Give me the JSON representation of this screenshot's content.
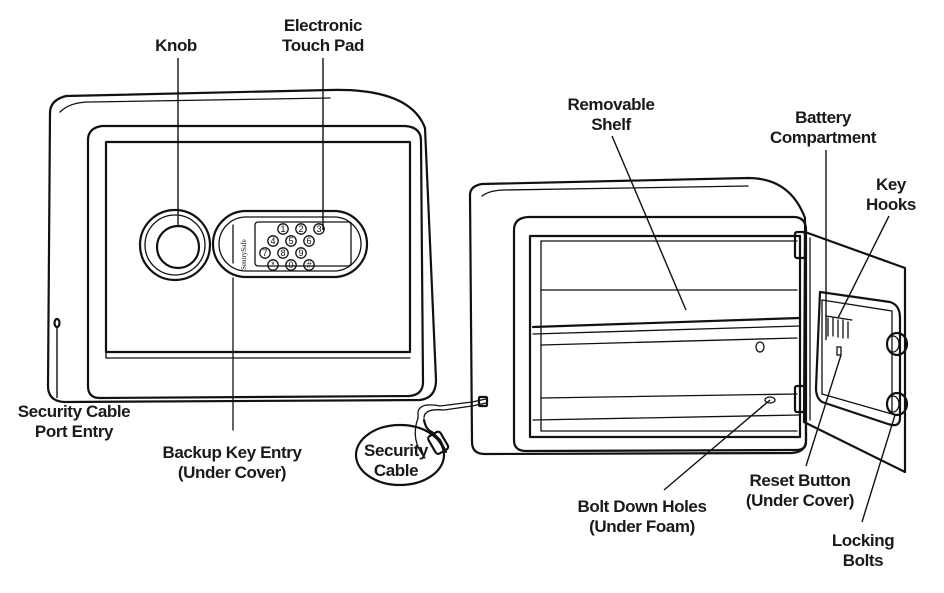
{
  "labels": {
    "knob": "Knob",
    "touch_pad_line1": "Electronic",
    "touch_pad_line2": "Touch Pad",
    "cable_port_line1": "Security Cable",
    "cable_port_line2": "Port Entry",
    "backup_key_line1": "Backup Key Entry",
    "backup_key_line2": "(Under Cover)",
    "security_cable_line1": "Security",
    "security_cable_line2": "Cable",
    "shelf_line1": "Removable",
    "shelf_line2": "Shelf",
    "battery_line1": "Battery",
    "battery_line2": "Compartment",
    "key_hooks_line1": "Key",
    "key_hooks_line2": "Hooks",
    "reset_line1": "Reset Button",
    "reset_line2": "(Under Cover)",
    "bolt_holes_line1": "Bolt Down Holes",
    "bolt_holes_line2": "(Under Foam)",
    "locking_line1": "Locking",
    "locking_line2": "Bolts"
  },
  "keypad": {
    "brand": "SentrySafe",
    "keys": [
      "1",
      "2",
      "3",
      "4",
      "5",
      "6",
      "7",
      "8",
      "9",
      "0",
      "*",
      "#"
    ]
  }
}
